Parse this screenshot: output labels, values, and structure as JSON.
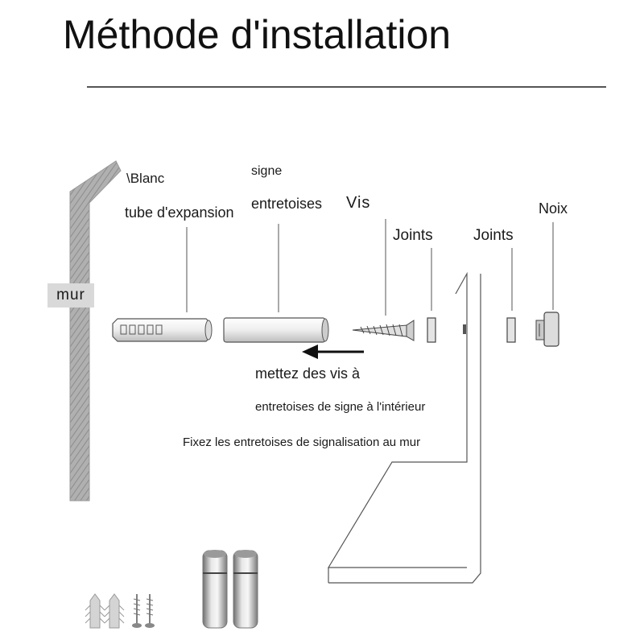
{
  "title": "Méthode d'installation",
  "labels": {
    "mur": "mur",
    "blanc": "\\Blanc",
    "signe": "signe",
    "tube_expansion": "tube d'expansion",
    "entretoises": "entretoises",
    "vis": "Vis",
    "joints_1": "Joints",
    "joints_2": "Joints",
    "noix": "Noix"
  },
  "instructions": {
    "line1": "mettez des vis à",
    "line2": "entretoises de signe à l'intérieur",
    "line3": "Fixez les entretoises de signalisation au mur"
  },
  "colors": {
    "wall_fill": "#a9a9a9",
    "label_bg": "#d9d9d9",
    "line": "#444444",
    "metal": "#b8b8b8"
  },
  "icons": [
    "wall",
    "expansion-tube",
    "spacer",
    "screw",
    "gasket",
    "nut",
    "sign-panel",
    "arrow-left",
    "product-photo"
  ]
}
